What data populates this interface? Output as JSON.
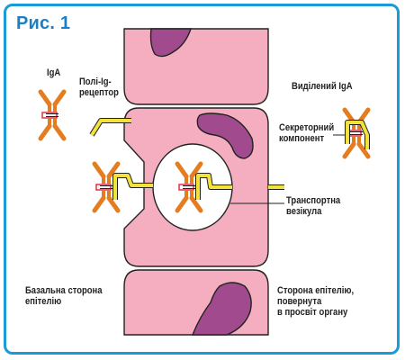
{
  "figure": {
    "title": "Рис. 1"
  },
  "labels": {
    "iga": "IgA",
    "poly_ig_receptor": "Полі-Ig-\nрецептор",
    "secreted_iga": "Виділений IgA",
    "secretory_component": "Секреторний\nкомпонент",
    "transport_vesicle": "Транспортна\nвезікула",
    "basal_side": "Базальна сторона\nепітелію",
    "lumen_side": "Сторона епітелію,\nповернута\nв просвіт органу"
  },
  "colors": {
    "frame": "#1a9ad6",
    "title": "#1a7fc4",
    "cell_fill": "#f4aec0",
    "nucleus": "#a24a8e",
    "antibody": "#e57d20",
    "receptor": "#f3e13c",
    "hinge": "#e3203a",
    "outline": "#222222"
  }
}
